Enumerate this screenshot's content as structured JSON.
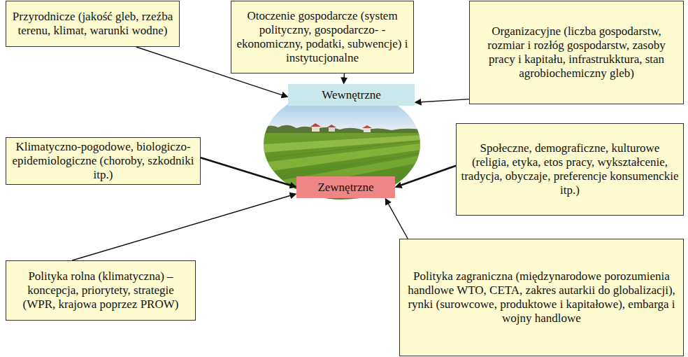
{
  "diagram": {
    "nodes": [
      {
        "text": [
          "Przyrodnicze (jakość gleb, rzeźba terenu, klimat, warunki wodne)"
        ]
      },
      {
        "text": [
          "Otoczenie gospodarcze (system polityczny, gospodarczo- -ekonomiczny, podatki, subwencje) i instytucjonalne"
        ]
      },
      {
        "text": [
          "Organizacyjne (liczba gospodarstw, rozmiar i rozłóg gospodarstw, zasoby pracy i kapitału, infrastrukktura, stan agrobiochemiczny gleb)"
        ]
      },
      {
        "text": [
          "Wewnętrzne"
        ]
      },
      {
        "text": [
          "Klimatyczno-pogodowe, biologiczo-epidemiologiczne (choroby, szkodniki itp.)"
        ]
      },
      {
        "text": [
          "Społeczne, demograficzne, kulturowe (religia, etyka, etos pracy, wykształcenie, tradycja, obyczaje, preferencje konsumenckie itp.)"
        ]
      },
      {
        "text": [
          "Zewnętrzne"
        ]
      },
      {
        "text": [
          "Polityka rolna (klimatyczna) – koncepcja, priorytety, strategie (WPR, krajowa poprzez PROW)"
        ]
      },
      {
        "text": [
          "Polityka zagraniczna (międzynarodowe porozumienia handlowe WTO, CETA, zakres autarkii do globalizacji), rynki (surowcowe, produktowe i kapitałowe), embarga i wojny handlowe"
        ]
      }
    ],
    "edges": [
      {
        "from": 0,
        "to": 3,
        "arrow": "to"
      },
      {
        "from": 1,
        "to": 3,
        "arrow": "to"
      },
      {
        "from": 2,
        "to": 3,
        "arrow": "to"
      },
      {
        "from": 4,
        "to": 6,
        "arrow": "to"
      },
      {
        "from": 5,
        "to": 6,
        "arrow": "to"
      },
      {
        "from": 7,
        "to": 6,
        "arrow": "to"
      },
      {
        "from": 8,
        "to": 6,
        "arrow": "to"
      }
    ]
  }
}
